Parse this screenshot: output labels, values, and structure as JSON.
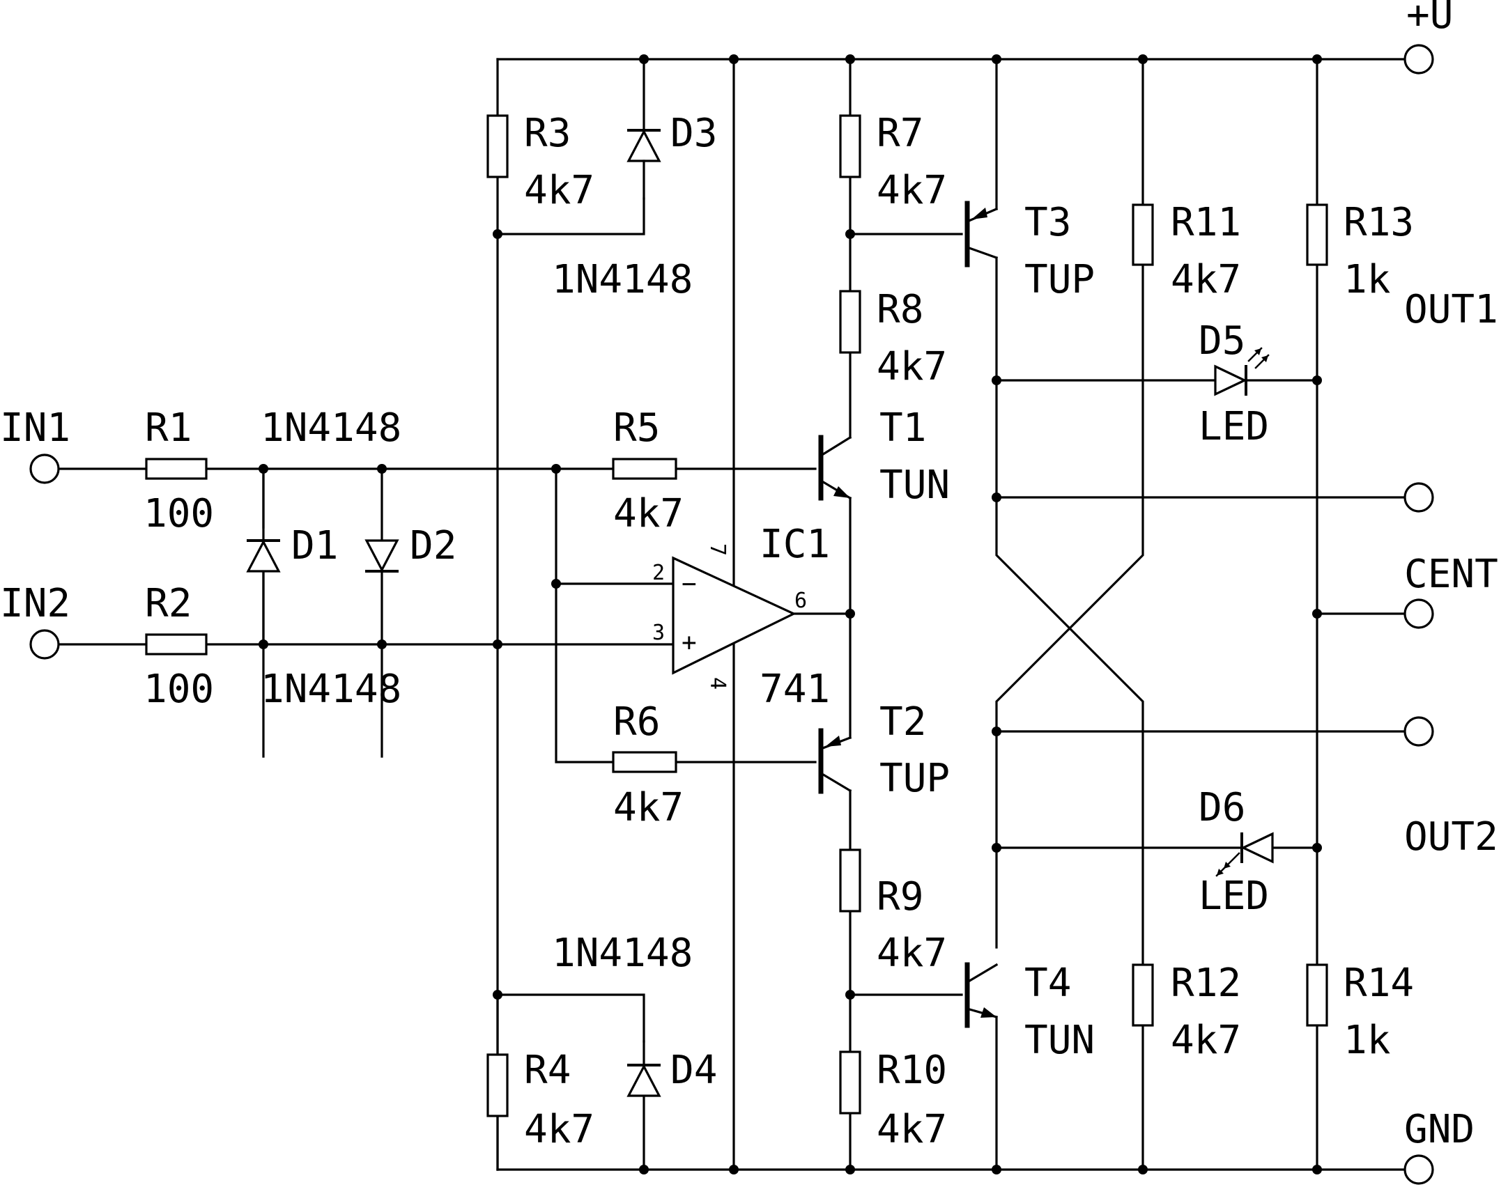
{
  "terminals": {
    "in1": "IN1",
    "in2": "IN2",
    "vplus": "+U",
    "out1": "OUT1",
    "cent": "CENT",
    "out2": "OUT2",
    "gnd": "GND"
  },
  "resistors": {
    "r1": {
      "ref": "R1",
      "value": "100"
    },
    "r2": {
      "ref": "R2",
      "value": "100"
    },
    "r3": {
      "ref": "R3",
      "value": "4k7"
    },
    "r4": {
      "ref": "R4",
      "value": "4k7"
    },
    "r5": {
      "ref": "R5",
      "value": "4k7"
    },
    "r6": {
      "ref": "R6",
      "value": "4k7"
    },
    "r7": {
      "ref": "R7",
      "value": "4k7"
    },
    "r8": {
      "ref": "R8",
      "value": "4k7"
    },
    "r9": {
      "ref": "R9",
      "value": "4k7"
    },
    "r10": {
      "ref": "R10",
      "value": "4k7"
    },
    "r11": {
      "ref": "R11",
      "value": "4k7"
    },
    "r12": {
      "ref": "R12",
      "value": "4k7"
    },
    "r13": {
      "ref": "R13",
      "value": "1k"
    },
    "r14": {
      "ref": "R14",
      "value": "1k"
    }
  },
  "diodes": {
    "d1": {
      "ref": "D1",
      "value": "1N4148"
    },
    "d2": {
      "ref": "D2",
      "value": "1N4148"
    },
    "d3": {
      "ref": "D3",
      "value": "1N4148"
    },
    "d4": {
      "ref": "D4",
      "value": "1N4148"
    },
    "d5": {
      "ref": "D5",
      "value": "LED"
    },
    "d6": {
      "ref": "D6",
      "value": "LED"
    }
  },
  "transistors": {
    "t1": {
      "ref": "T1",
      "type": "TUN"
    },
    "t2": {
      "ref": "T2",
      "type": "TUP"
    },
    "t3": {
      "ref": "T3",
      "type": "TUP"
    },
    "t4": {
      "ref": "T4",
      "type": "TUN"
    }
  },
  "opamp": {
    "ref": "IC1",
    "value": "741",
    "pins": {
      "inv": "2",
      "noninv": "3",
      "vpos": "7",
      "vneg": "4",
      "out": "6"
    },
    "signs": {
      "inv": "−",
      "noninv": "+"
    }
  }
}
